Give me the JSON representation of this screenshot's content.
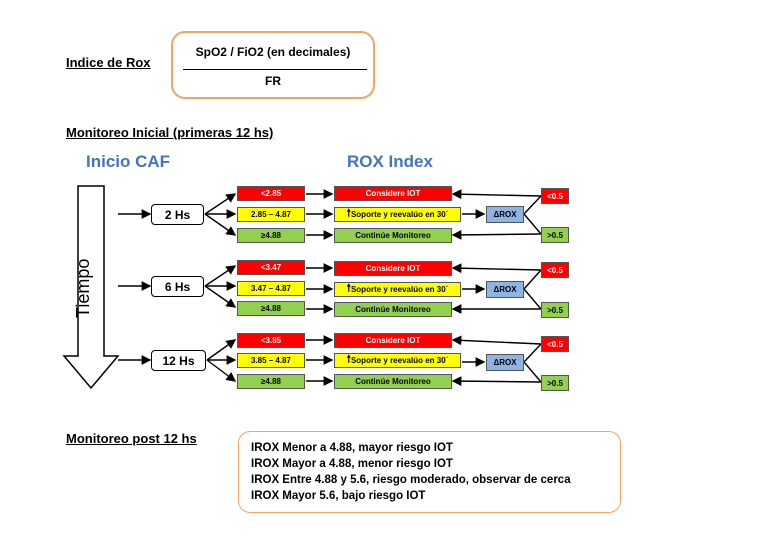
{
  "formula": {
    "label": "Indice de Rox",
    "numerator": "SpO2 / FiO2 (en decimales)",
    "denominator": "FR"
  },
  "initial_section": {
    "title": "Monitoreo Inicial (primeras 12 hs)",
    "col1_title": "Inicio CAF",
    "col2_title": "ROX Index",
    "axis_label": "Tiempo",
    "rows": [
      {
        "time": "2 Hs",
        "low": "<2.85",
        "mid": "2.85 – 4.87",
        "high": "≥4.88"
      },
      {
        "time": "6 Hs",
        "low": "<3.47",
        "mid": "3.47 – 4.87",
        "high": "≥4.88"
      },
      {
        "time": "12 Hs",
        "low": "<3.85",
        "mid": "3.85 – 4.87",
        "high": "≥4.88"
      }
    ],
    "actions": {
      "low": "Considere IOT",
      "mid_arrow": "🠕",
      "mid": "Soporte y reevalúo en 30´",
      "high": "Continúe Monitoreo"
    },
    "delta_label": "ΔROX",
    "delta_low": "<0.5",
    "delta_high": ">0.5"
  },
  "post_section": {
    "title": "Monitoreo post 12 hs",
    "lines": [
      "IROX Menor a 4.88, mayor riesgo IOT",
      "IROX Mayor a 4.88, menor riesgo IOT",
      "IROX Entre 4.88 y 5.6, riesgo moderado, observar de cerca",
      "IROX Mayor 5.6, bajo riesgo IOT"
    ]
  },
  "colors": {
    "red": "#ff0000",
    "yellow": "#ffff00",
    "green": "#92d050",
    "blue_box": "#8eb4e3",
    "title_blue": "#4472c4",
    "orange_border": "#f4a460"
  }
}
